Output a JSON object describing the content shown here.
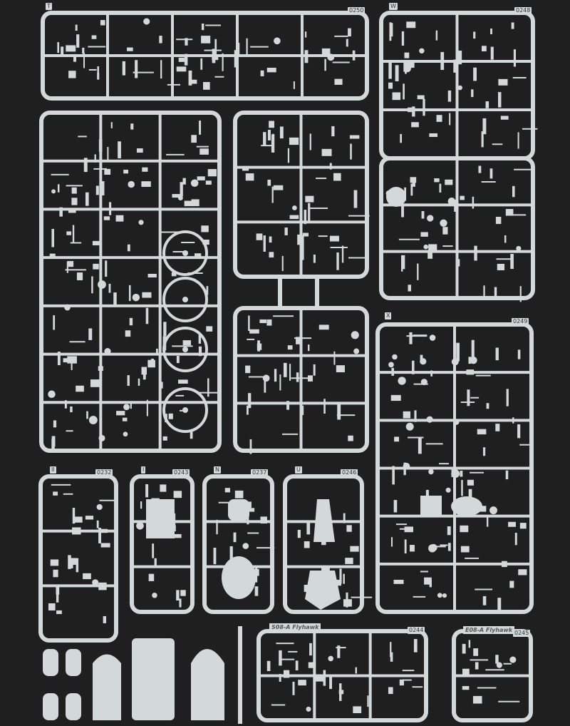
{
  "sprues": [
    {
      "letter": "T",
      "code": "0250"
    },
    {
      "letter": "W",
      "code": "0248"
    },
    {
      "letter": "X",
      "code": "0249"
    },
    {
      "letter": "II",
      "code": "0232"
    },
    {
      "letter": "I",
      "code": "0243"
    },
    {
      "letter": "N",
      "code": "0237"
    },
    {
      "letter": "U",
      "code": "0246"
    },
    {
      "letter": "",
      "code": "0244"
    },
    {
      "letter": "",
      "code": "0245"
    }
  ],
  "brand_tags": [
    "S08-A Flyhawk",
    "E08-A Flyhawk"
  ],
  "colors": {
    "background": "#1f1f1f",
    "plastic": "#d3d8da"
  }
}
